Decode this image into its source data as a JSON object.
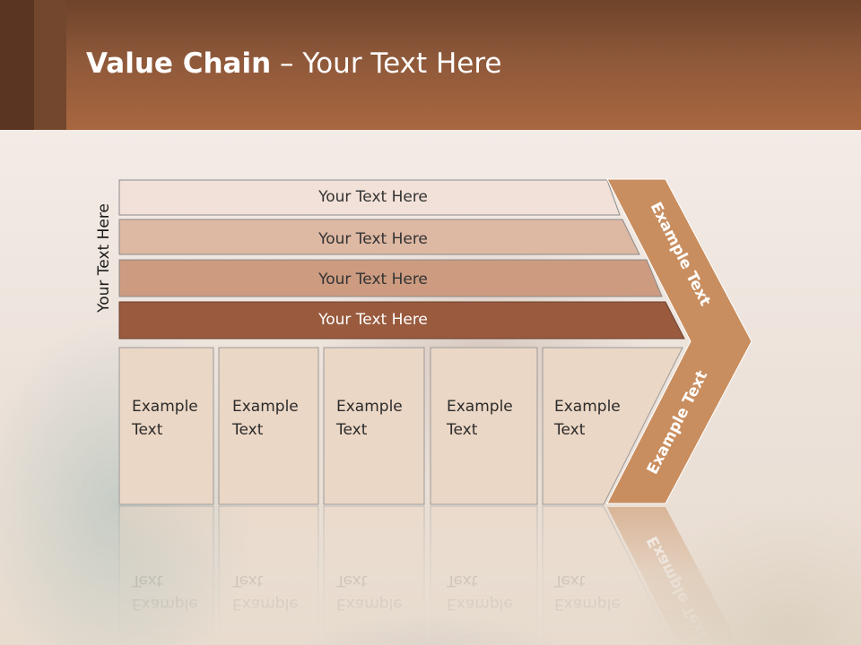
{
  "slide": {
    "title_bold": "Value Chain",
    "title_rest": " – Your Text Here",
    "side_label": "Your Text Here",
    "bars": [
      {
        "label": "Your Text Here",
        "fill": "#f1e1d8",
        "text_color": "#333333"
      },
      {
        "label": "Your Text Here",
        "fill": "#ddb8a3",
        "text_color": "#333333"
      },
      {
        "label": "Your Text Here",
        "fill": "#cc9b80",
        "text_color": "#333333"
      },
      {
        "label": "Your Text Here",
        "fill": "#995a3d",
        "text_color": "#ffffff"
      }
    ],
    "boxes": [
      {
        "line1": "Example",
        "line2": "Text"
      },
      {
        "line1": "Example",
        "line2": "Text"
      },
      {
        "line1": "Example",
        "line2": "Text"
      },
      {
        "line1": "Example",
        "line2": "Text"
      },
      {
        "line1": "Example",
        "line2": "Text"
      }
    ],
    "arrow_upper": "Example Text",
    "arrow_lower": "Example Text",
    "colors": {
      "header": "#9c6140",
      "arrow": "#c98e5f",
      "box": "#ebd7c5"
    }
  }
}
